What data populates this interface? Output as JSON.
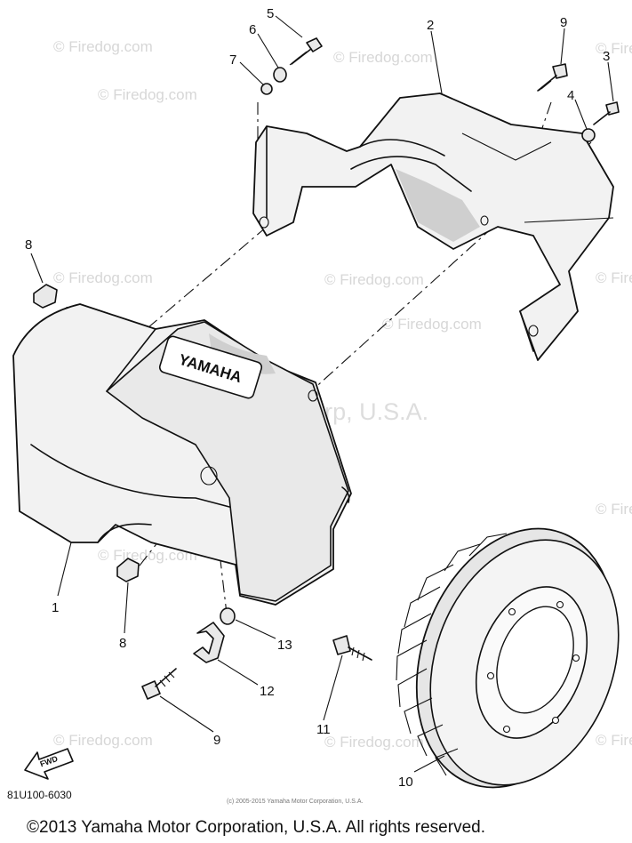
{
  "watermarks": {
    "site": "© Firedog.com",
    "center": "Yamaha Motor Corp, U.S.A."
  },
  "callouts": {
    "c1": "1",
    "c2": "2",
    "c3": "3",
    "c4": "4",
    "c5": "5",
    "c6": "6",
    "c7": "7",
    "c8a": "8",
    "c8b": "8",
    "c9a": "9",
    "c9b": "9",
    "c10": "10",
    "c11": "11",
    "c12": "12",
    "c13": "13"
  },
  "labels": {
    "brand_emboss": "YAMAHA",
    "fwd": "FWD",
    "diagram_code": "81U100-6030",
    "inner_copyright": "(c) 2005-2015 Yamaha Motor Corporation, U.S.A.",
    "footer": "©2013 Yamaha Motor Corporation, U.S.A. All rights reserved."
  }
}
